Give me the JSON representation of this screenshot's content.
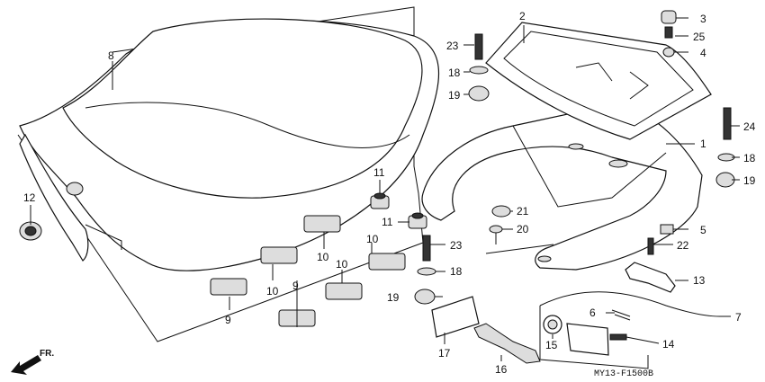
{
  "diagram": {
    "code": "MY13-F1500B",
    "direction": "FR.",
    "callouts": {
      "c1": "1",
      "c2": "2",
      "c3": "3",
      "c4": "4",
      "c5": "5",
      "c6": "6",
      "c7": "7",
      "c8": "8",
      "c9a": "9",
      "c9b": "9",
      "c10a": "10",
      "c10b": "10",
      "c10c": "10",
      "c10d": "10",
      "c11a": "11",
      "c11b": "11",
      "c12": "12",
      "c13": "13",
      "c14": "14",
      "c15": "15",
      "c16": "16",
      "c17": "17",
      "c18a": "18",
      "c18b": "18",
      "c18c": "18",
      "c19a": "19",
      "c19b": "19",
      "c19c": "19",
      "c20": "20",
      "c21": "21",
      "c22": "22",
      "c23a": "23",
      "c23b": "23",
      "c24": "24",
      "c25": "25"
    }
  }
}
